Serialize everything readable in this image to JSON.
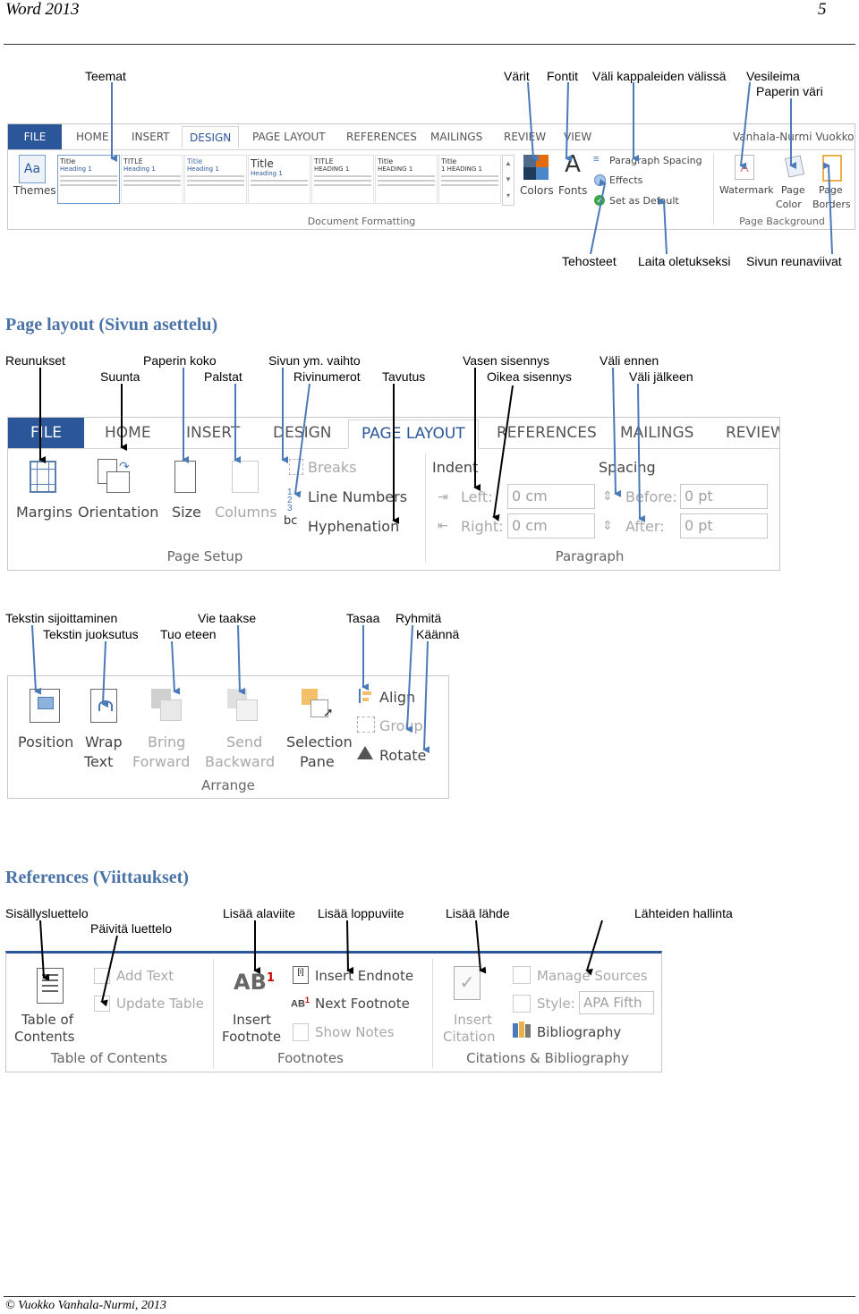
{
  "header": {
    "left": "Word 2013",
    "right": "5"
  },
  "footer": {
    "text": "© Vuokko Vanhala-Nurmi, 2013"
  },
  "design": {
    "labels": {
      "teemat": "Teemat",
      "varit": "Värit",
      "fontit": "Fontit",
      "vali": "Väli kappaleiden välissä",
      "vesileima": "Vesileima",
      "paperin_vari": "Paperin väri",
      "tehosteet": "Tehosteet",
      "laita": "Laita oletukseksi",
      "sivun_reunaviivat": "Sivun reunaviivat"
    },
    "ribbon": {
      "tabs": [
        "FILE",
        "HOME",
        "INSERT",
        "DESIGN",
        "PAGE LAYOUT",
        "REFERENCES",
        "MAILINGS",
        "REVIEW",
        "VIEW"
      ],
      "user": "Vanhala-Nurmi Vuokko",
      "themes": "Themes",
      "styles": [
        {
          "title": "Title",
          "heading": "Heading 1"
        },
        {
          "title": "TITLE",
          "heading": "Heading 1"
        },
        {
          "title": "Title",
          "heading": "Heading 1"
        },
        {
          "title": "Title",
          "heading": "Heading 1"
        },
        {
          "title": "TITLE",
          "heading": "HEADING 1"
        },
        {
          "title": "Title",
          "heading": "HEADING 1"
        },
        {
          "title": "Title",
          "heading": "1 HEADING 1"
        }
      ],
      "colors": "Colors",
      "fonts": "Fonts",
      "paragraph_spacing": "Paragraph Spacing",
      "effects": "Effects",
      "set_as_default": "Set as Default",
      "document_formatting": "Document Formatting",
      "watermark": "Watermark",
      "page_color_1": "Page",
      "page_color_2": "Color",
      "page_borders_1": "Page",
      "page_borders_2": "Borders",
      "page_background": "Page Background"
    }
  },
  "page_layout": {
    "title": "Page layout (Sivun asettelu)",
    "labels": {
      "reunukset": "Reunukset",
      "paperin_koko": "Paperin koko",
      "sivun_vaihto": "Sivun ym. vaihto",
      "vasen": "Vasen sisennys",
      "vali_ennen": "Väli ennen",
      "suunta": "Suunta",
      "palstat": "Palstat",
      "rivinumerot": "Rivinumerot",
      "tavutus": "Tavutus",
      "oikea": "Oikea sisennys",
      "vali_jalkeen": "Väli jälkeen"
    },
    "ribbon": {
      "tabs": [
        "FILE",
        "HOME",
        "INSERT",
        "DESIGN",
        "PAGE LAYOUT",
        "REFERENCES",
        "MAILINGS",
        "REVIEW"
      ],
      "margins": "Margins",
      "orientation": "Orientation",
      "size": "Size",
      "columns": "Columns",
      "breaks": "Breaks",
      "line_numbers": "Line Numbers",
      "hyphenation": "Hyphenation",
      "page_setup": "Page Setup",
      "indent": "Indent",
      "left": "Left:",
      "right": "Right:",
      "left_val": "0 cm",
      "right_val": "0 cm",
      "spacing": "Spacing",
      "before": "Before:",
      "after": "After:",
      "before_val": "0 pt",
      "after_val": "0 pt",
      "paragraph": "Paragraph"
    }
  },
  "arrange": {
    "labels": {
      "tekstin_sijoittaminen": "Tekstin sijoittaminen",
      "vie_taakse": "Vie taakse",
      "tasaa": "Tasaa",
      "ryhmita": "Ryhmitä",
      "tekstin_juoksutus": "Tekstin juoksutus",
      "tuo_eteen": "Tuo eteen",
      "kaanna": "Käännä"
    },
    "ribbon": {
      "position": "Position",
      "wrap_1": "Wrap",
      "wrap_2": "Text",
      "bring_1": "Bring",
      "bring_2": "Forward",
      "send_1": "Send",
      "send_2": "Backward",
      "selection_1": "Selection",
      "selection_2": "Pane",
      "align": "Align",
      "group": "Group",
      "rotate": "Rotate",
      "arrange": "Arrange"
    }
  },
  "references": {
    "title": "References (Viittaukset)",
    "labels": {
      "sisallysluettelo": "Sisällysluettelo",
      "lisaa_alaviite": "Lisää alaviite",
      "lisaa_loppuviite": "Lisää loppuviite",
      "lisaa_lahde": "Lisää lähde",
      "lahteiden_hallinta": "Lähteiden hallinta",
      "paivita": "Päivitä luettelo"
    },
    "ribbon": {
      "toc_1": "Table of",
      "toc_2": "Contents",
      "add_text": "Add Text",
      "update_table": "Update Table",
      "toc_group": "Table of Contents",
      "insert_fn_1": "Insert",
      "insert_fn_2": "Footnote",
      "insert_endnote": "Insert Endnote",
      "next_footnote": "Next Footnote",
      "show_notes": "Show Notes",
      "footnotes": "Footnotes",
      "insert_cit_1": "Insert",
      "insert_cit_2": "Citation",
      "manage_sources": "Manage Sources",
      "style": "Style:",
      "style_val": "APA Fifth",
      "bibliography": "Bibliography",
      "citations_group": "Citations & Bibliography"
    }
  },
  "colors": {
    "accent": "#2b579a",
    "heading": "#4a73a8",
    "arrow_blue": "#4a7ab8"
  }
}
